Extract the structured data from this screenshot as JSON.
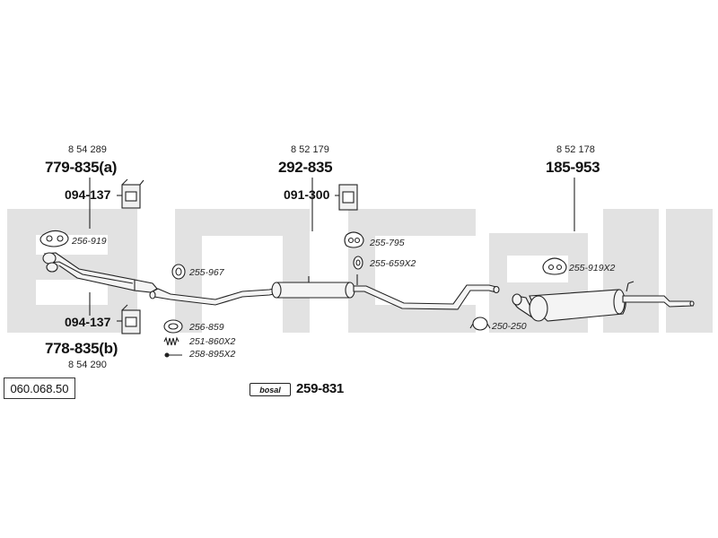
{
  "reference_number": "060.068.50",
  "watermark_text": "bosal",
  "sections": {
    "front": {
      "oe_top": "8 54 289",
      "part_top": "779-835(a)",
      "bracket_top": "094-137",
      "gasket": "256-919",
      "bracket_bottom": "094-137",
      "part_bottom": "778-835(b)",
      "oe_bottom": "8 54 290"
    },
    "middle": {
      "oe": "8 52 179",
      "part": "292-835",
      "bracket": "091-300",
      "ring": "255-967",
      "gasket": "256-859",
      "spring": "251-860X2",
      "bolt": "258-895X2",
      "rubber_top": "255-795",
      "rubber_mid": "255-659X2"
    },
    "rear": {
      "oe": "8 52 178",
      "part": "185-953",
      "rubber": "255-919X2",
      "clamp": "250-250"
    }
  },
  "kit": {
    "tag_text": "bosal",
    "part": "259-831"
  },
  "colors": {
    "line": "#222222",
    "watermark": "#e2e2e2",
    "fill": "#ececec"
  }
}
